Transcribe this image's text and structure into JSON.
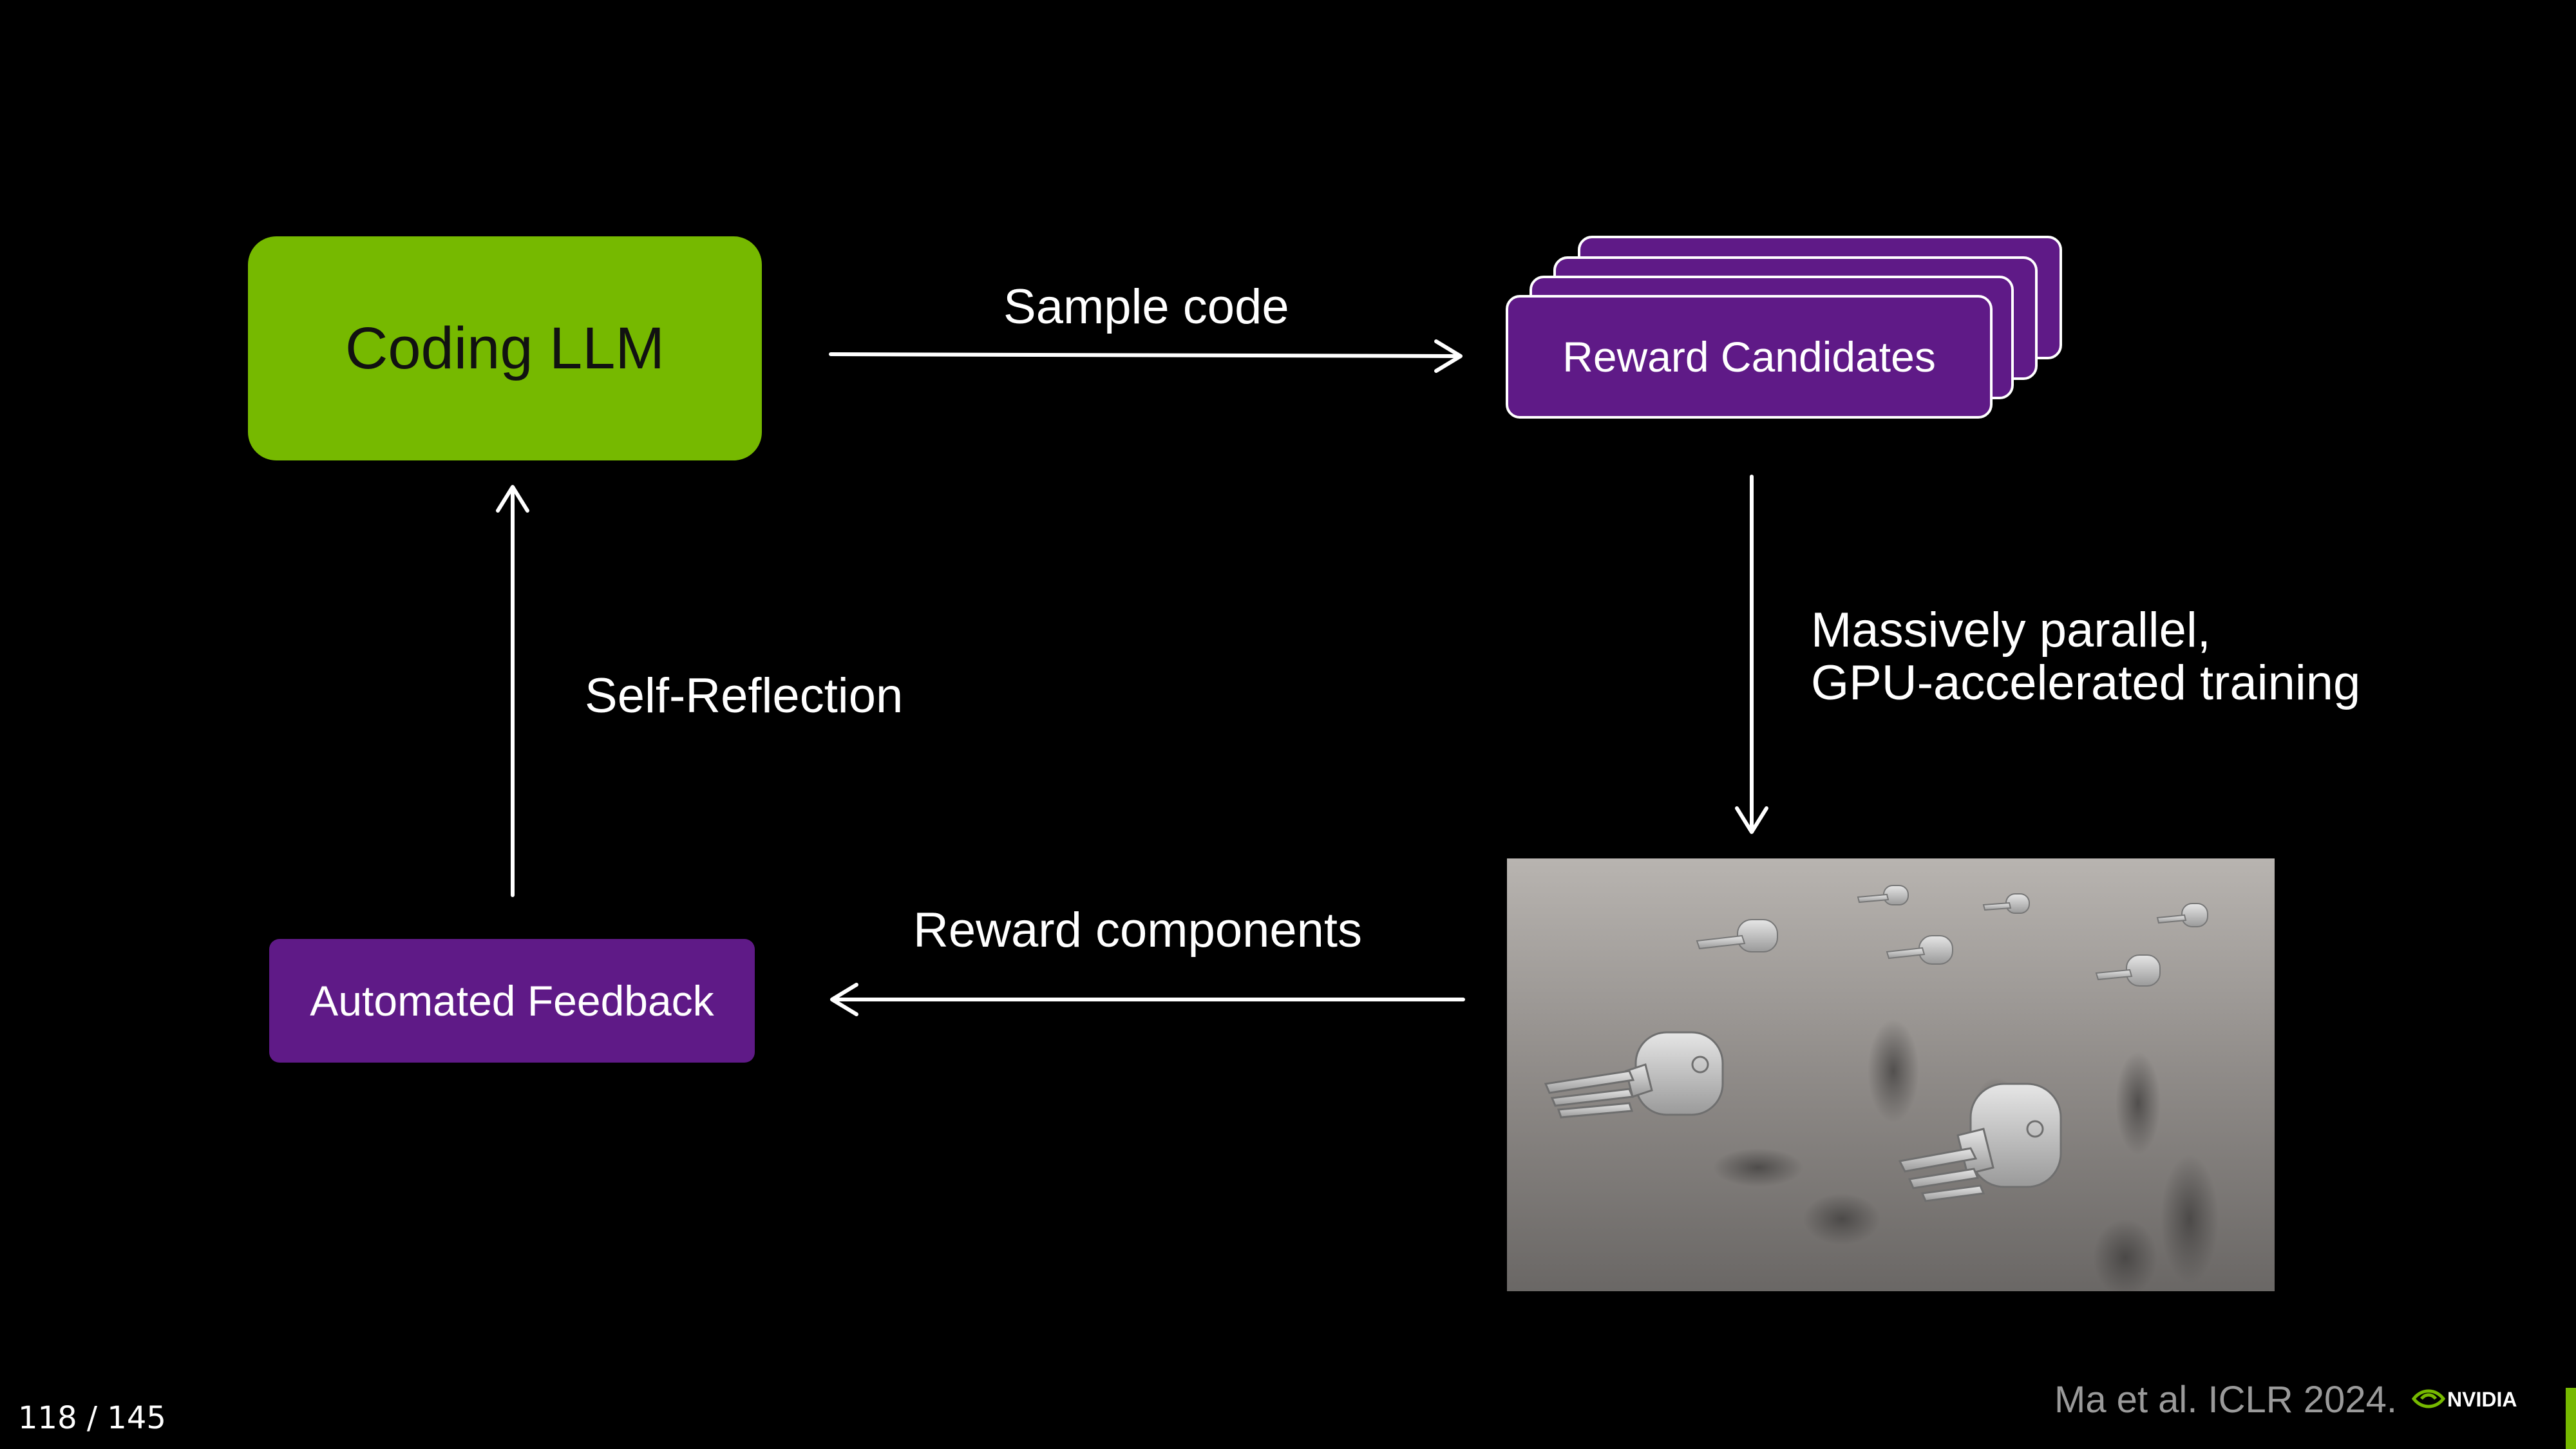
{
  "nodes": {
    "coding_llm": "Coding LLM",
    "reward_candidates": "Reward Candidates",
    "automated_feedback": "Automated Feedback"
  },
  "edges": {
    "sample_code": "Sample code",
    "training_line1": "Massively parallel,",
    "training_line2": "GPU-accelerated training",
    "reward_components": "Reward components",
    "self_reflection": "Self-Reflection"
  },
  "footer": {
    "page_number": "118 / 145",
    "citation": "Ma et al. ICLR 2024.",
    "logo_text": "NVIDIA"
  },
  "colors": {
    "background": "#000000",
    "llm_green": "#76b900",
    "purple": "#5f1a87",
    "arrow": "#ffffff"
  },
  "icons": {
    "simulation_image": "robotic-hands-simulation",
    "logo": "nvidia-logo-icon"
  }
}
